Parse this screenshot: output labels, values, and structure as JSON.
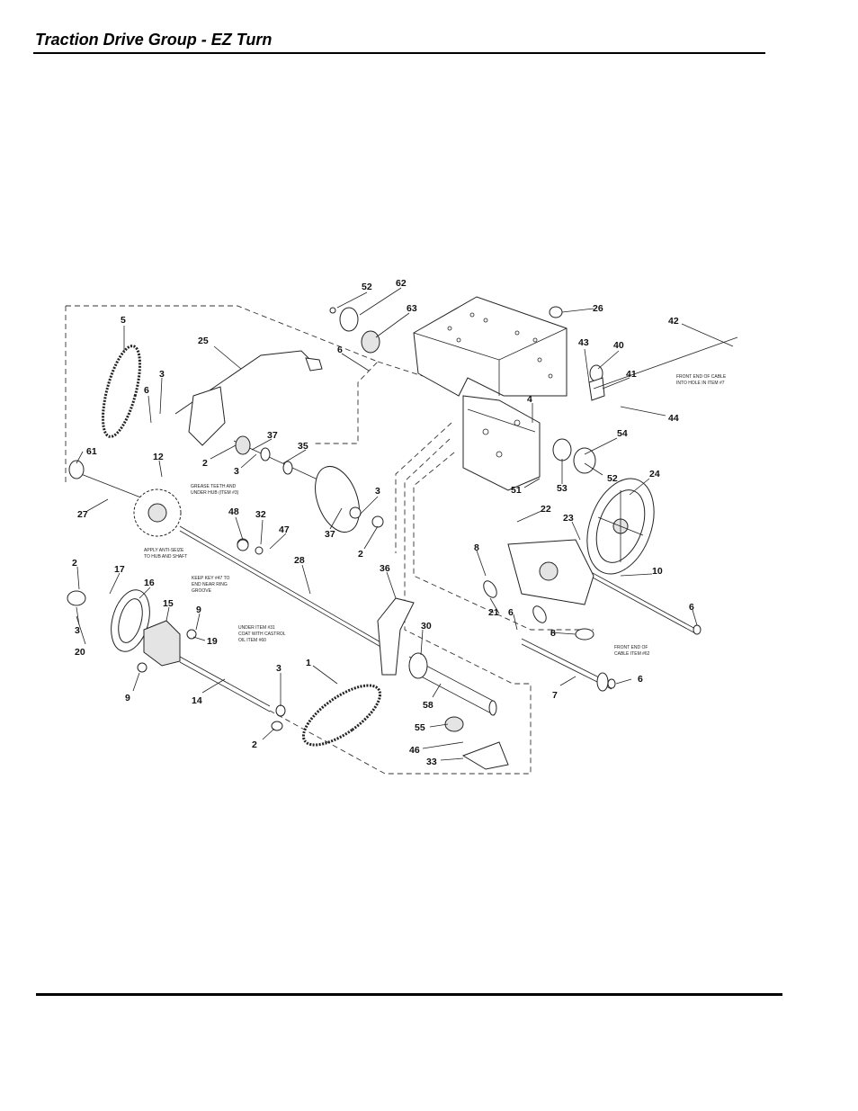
{
  "header": {
    "title": "Traction Drive Group - EZ Turn"
  },
  "callouts": [
    {
      "id": "c52a",
      "text": "52"
    },
    {
      "id": "c62",
      "text": "62"
    },
    {
      "id": "c63",
      "text": "63"
    },
    {
      "id": "c26",
      "text": "26"
    },
    {
      "id": "c42",
      "text": "42"
    },
    {
      "id": "c43",
      "text": "43"
    },
    {
      "id": "c40",
      "text": "40"
    },
    {
      "id": "c41",
      "text": "41"
    },
    {
      "id": "c44",
      "text": "44"
    },
    {
      "id": "c5",
      "text": "5"
    },
    {
      "id": "c25",
      "text": "25"
    },
    {
      "id": "c6a",
      "text": "6"
    },
    {
      "id": "c3a",
      "text": "3"
    },
    {
      "id": "c6b",
      "text": "6"
    },
    {
      "id": "c4",
      "text": "4"
    },
    {
      "id": "c54",
      "text": "54"
    },
    {
      "id": "c37a",
      "text": "37"
    },
    {
      "id": "c35",
      "text": "35"
    },
    {
      "id": "c2a",
      "text": "2"
    },
    {
      "id": "c3b",
      "text": "3"
    },
    {
      "id": "c61",
      "text": "61"
    },
    {
      "id": "c12",
      "text": "12"
    },
    {
      "id": "c52b",
      "text": "52"
    },
    {
      "id": "c24",
      "text": "24"
    },
    {
      "id": "c51",
      "text": "51"
    },
    {
      "id": "c53",
      "text": "53"
    },
    {
      "id": "c3c",
      "text": "3"
    },
    {
      "id": "c27",
      "text": "27"
    },
    {
      "id": "c37b",
      "text": "37"
    },
    {
      "id": "c22",
      "text": "22"
    },
    {
      "id": "c48",
      "text": "48"
    },
    {
      "id": "c32",
      "text": "32"
    },
    {
      "id": "c47",
      "text": "47"
    },
    {
      "id": "c23",
      "text": "23"
    },
    {
      "id": "c2b",
      "text": "2"
    },
    {
      "id": "c28",
      "text": "28"
    },
    {
      "id": "c8a",
      "text": "8"
    },
    {
      "id": "c2c",
      "text": "2"
    },
    {
      "id": "c17",
      "text": "17"
    },
    {
      "id": "c36",
      "text": "36"
    },
    {
      "id": "c10",
      "text": "10"
    },
    {
      "id": "c16",
      "text": "16"
    },
    {
      "id": "c15",
      "text": "15"
    },
    {
      "id": "c3d",
      "text": "3"
    },
    {
      "id": "c9a",
      "text": "9"
    },
    {
      "id": "c6c",
      "text": "6"
    },
    {
      "id": "c21",
      "text": "21"
    },
    {
      "id": "c6d",
      "text": "6"
    },
    {
      "id": "c20",
      "text": "20"
    },
    {
      "id": "c19",
      "text": "19"
    },
    {
      "id": "c30",
      "text": "30"
    },
    {
      "id": "c8b",
      "text": "8"
    },
    {
      "id": "c1",
      "text": "1"
    },
    {
      "id": "c3e",
      "text": "3"
    },
    {
      "id": "c9b",
      "text": "9"
    },
    {
      "id": "c14",
      "text": "14"
    },
    {
      "id": "c6e",
      "text": "6"
    },
    {
      "id": "c58",
      "text": "58"
    },
    {
      "id": "c7",
      "text": "7"
    },
    {
      "id": "c55",
      "text": "55"
    },
    {
      "id": "c2d",
      "text": "2"
    },
    {
      "id": "c46",
      "text": "46"
    },
    {
      "id": "c33",
      "text": "33"
    }
  ],
  "notes": {
    "cable_40": [
      "FRONT END OF CABLE",
      "INTO HOLE IN ITEM #7"
    ],
    "grease": [
      "GREASE TEETH AND",
      "UNDER HUB (ITEM #3)"
    ],
    "antiseize": [
      "APPLY ANTI-SEIZE",
      "TO HUB AND SHAFT"
    ],
    "key": [
      "KEEP KEY #47 TO",
      "END NEAR RING",
      "GROOVE"
    ],
    "oil": [
      "UNDER ITEM #31",
      "COAT WITH CASTROL",
      "OIL ITEM #60"
    ],
    "cable_62": [
      "FRONT END OF",
      "CABLE ITEM #62"
    ]
  }
}
